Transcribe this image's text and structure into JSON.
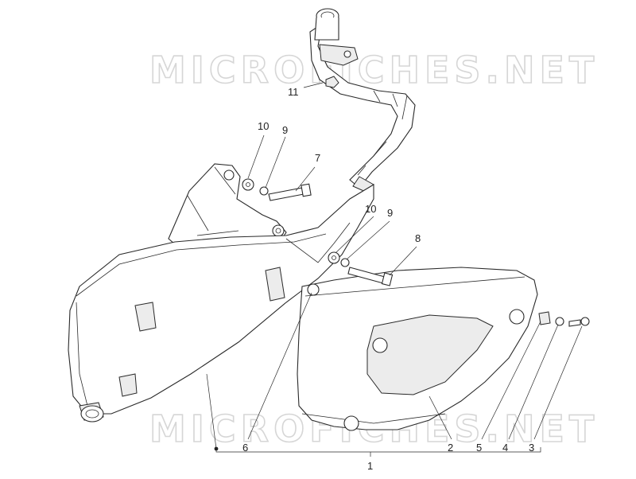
{
  "watermark": {
    "top_text": "MICROFICHES.NET",
    "bottom_text": "MICROFICHES.NET"
  },
  "callouts": [
    {
      "id": "c11",
      "text": "11"
    },
    {
      "id": "c10a",
      "text": "10"
    },
    {
      "id": "c9a",
      "text": "9"
    },
    {
      "id": "c7",
      "text": "7"
    },
    {
      "id": "c10b",
      "text": "10"
    },
    {
      "id": "c9b",
      "text": "9"
    },
    {
      "id": "c8",
      "text": "8"
    },
    {
      "id": "c6",
      "text": "6"
    },
    {
      "id": "c2",
      "text": "2"
    },
    {
      "id": "c5",
      "text": "5"
    },
    {
      "id": "c4",
      "text": "4"
    },
    {
      "id": "c3",
      "text": "3"
    },
    {
      "id": "c1",
      "text": "1"
    }
  ]
}
